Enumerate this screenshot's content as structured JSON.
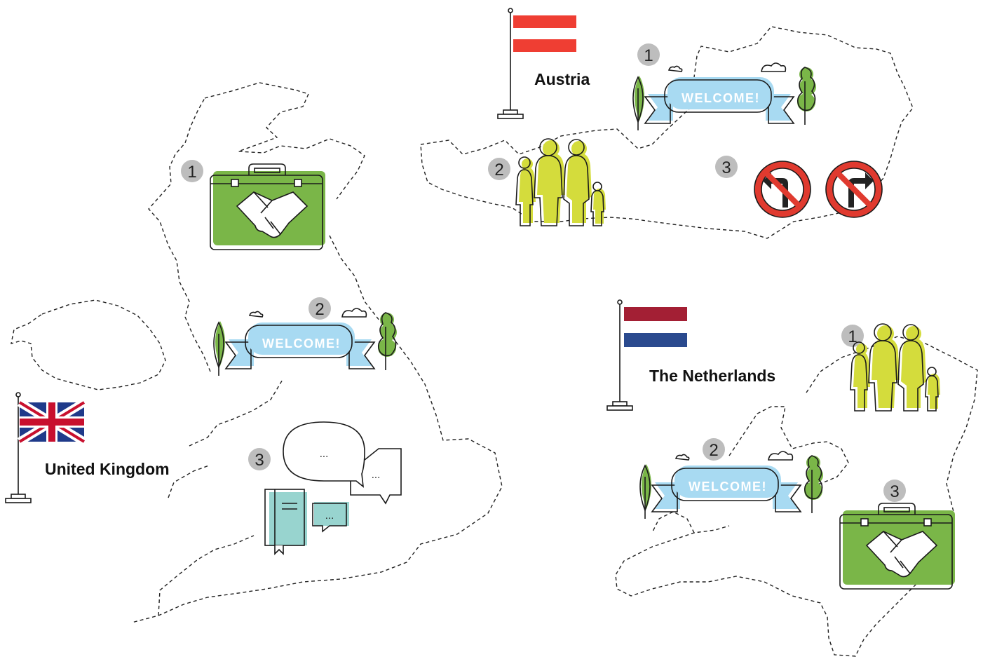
{
  "countries": [
    {
      "name": "United Kingdom",
      "flag": "uk-flag-icon",
      "steps": [
        {
          "number": "1",
          "icon": "briefcase-handshake-icon"
        },
        {
          "number": "2",
          "icon": "welcome-banner-icon",
          "text": "WELCOME!"
        },
        {
          "number": "3",
          "icon": "speech-bubbles-book-icon",
          "bubble_text": "..."
        }
      ]
    },
    {
      "name": "Austria",
      "flag": "austria-flag-icon",
      "steps": [
        {
          "number": "1",
          "icon": "welcome-banner-icon",
          "text": "WELCOME!"
        },
        {
          "number": "2",
          "icon": "family-icon"
        },
        {
          "number": "3",
          "icon": "no-turn-signs-icon"
        }
      ]
    },
    {
      "name": "The Netherlands",
      "flag": "netherlands-flag-icon",
      "steps": [
        {
          "number": "1",
          "icon": "family-icon"
        },
        {
          "number": "2",
          "icon": "welcome-banner-icon",
          "text": "WELCOME!"
        },
        {
          "number": "3",
          "icon": "briefcase-handshake-icon"
        }
      ]
    }
  ],
  "colors": {
    "green": "#7ab648",
    "light_blue": "#a8daf2",
    "lime": "#d4dc3c",
    "teal": "#98d4cf",
    "badge_gray": "#bdbdbd",
    "sign_red": "#e03a2f",
    "austria_red": "#ef3e33",
    "nl_red": "#a31f34",
    "nl_blue": "#2a4a8e",
    "uk_blue": "#1f3a8a",
    "uk_red": "#c8102e"
  }
}
